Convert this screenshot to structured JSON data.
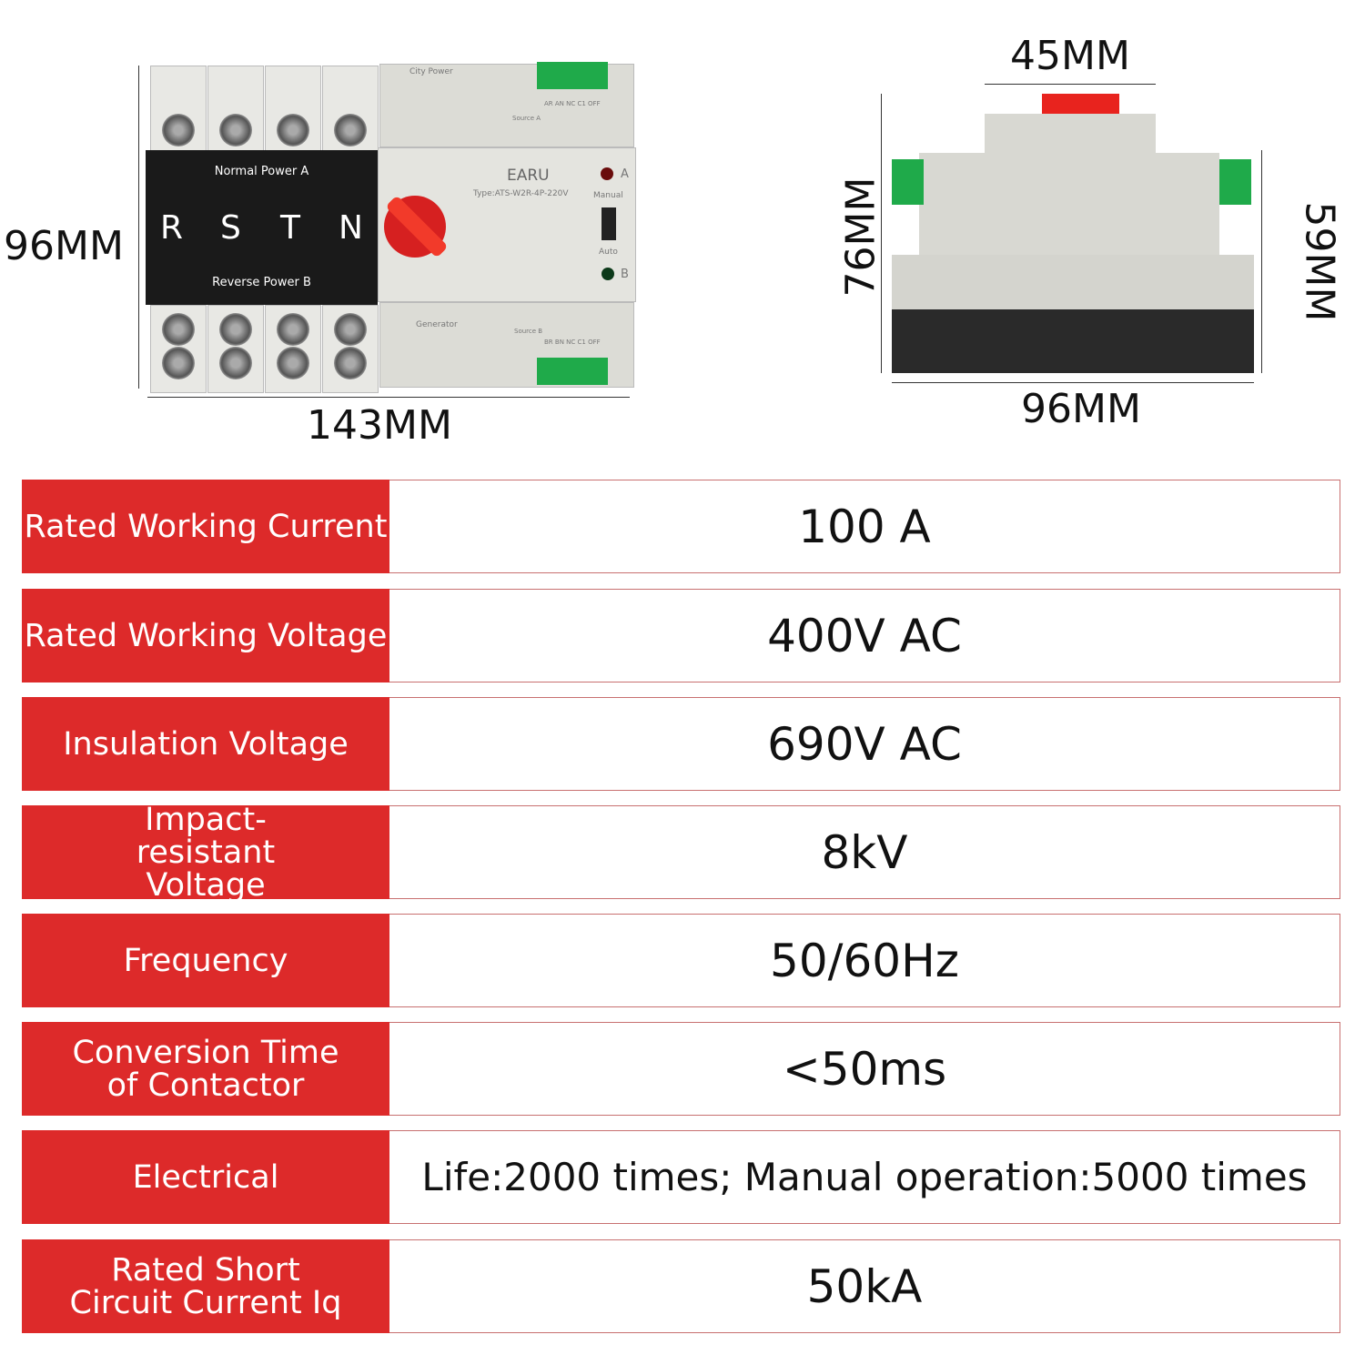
{
  "dimensions": {
    "front_height": "96MM",
    "front_width": "143MM",
    "side_top": "45MM",
    "side_height": "76MM",
    "side_width": "96MM",
    "side_right": "59MM"
  },
  "device": {
    "panel_top": "Normal Power A",
    "phases": [
      "R",
      "S",
      "T",
      "N"
    ],
    "panel_bottom": "Reverse Power B",
    "city_power": "City Power",
    "source_a": "Source A",
    "brand": "EARU",
    "type": "Type:ATS-W2R-4P-220V",
    "manual": "Manual",
    "auto": "Auto",
    "ind_a": "A",
    "ind_b": "B",
    "generator": "Generator",
    "source_b": "Source B",
    "terminals_top": "AR AN NC C1 OFF",
    "terminals_bottom": "BR BN NC C1 OFF",
    "colors": {
      "handle": "#e8231e",
      "terminal": "#1faa4a",
      "body": "#dcdcd6"
    }
  },
  "specs": [
    {
      "label": "Rated Working Current",
      "value": "100 A"
    },
    {
      "label": "Rated Working Voltage",
      "value": "400V AC"
    },
    {
      "label": "Insulation Voltage",
      "value": "690V AC"
    },
    {
      "label": "Impact-resistant Voltage",
      "value": "8kV"
    },
    {
      "label": "Frequency",
      "value": "50/60Hz"
    },
    {
      "label": "Conversion Time of Contactor",
      "value": "<50ms"
    },
    {
      "label": "Electrical",
      "value": "Life:2000 times; Manual operation:5000 times"
    },
    {
      "label": "Rated Short Circuit Current Iq",
      "value": "50kA"
    }
  ],
  "colors": {
    "label_bg": "#dd2a2a",
    "border": "#c87070"
  }
}
